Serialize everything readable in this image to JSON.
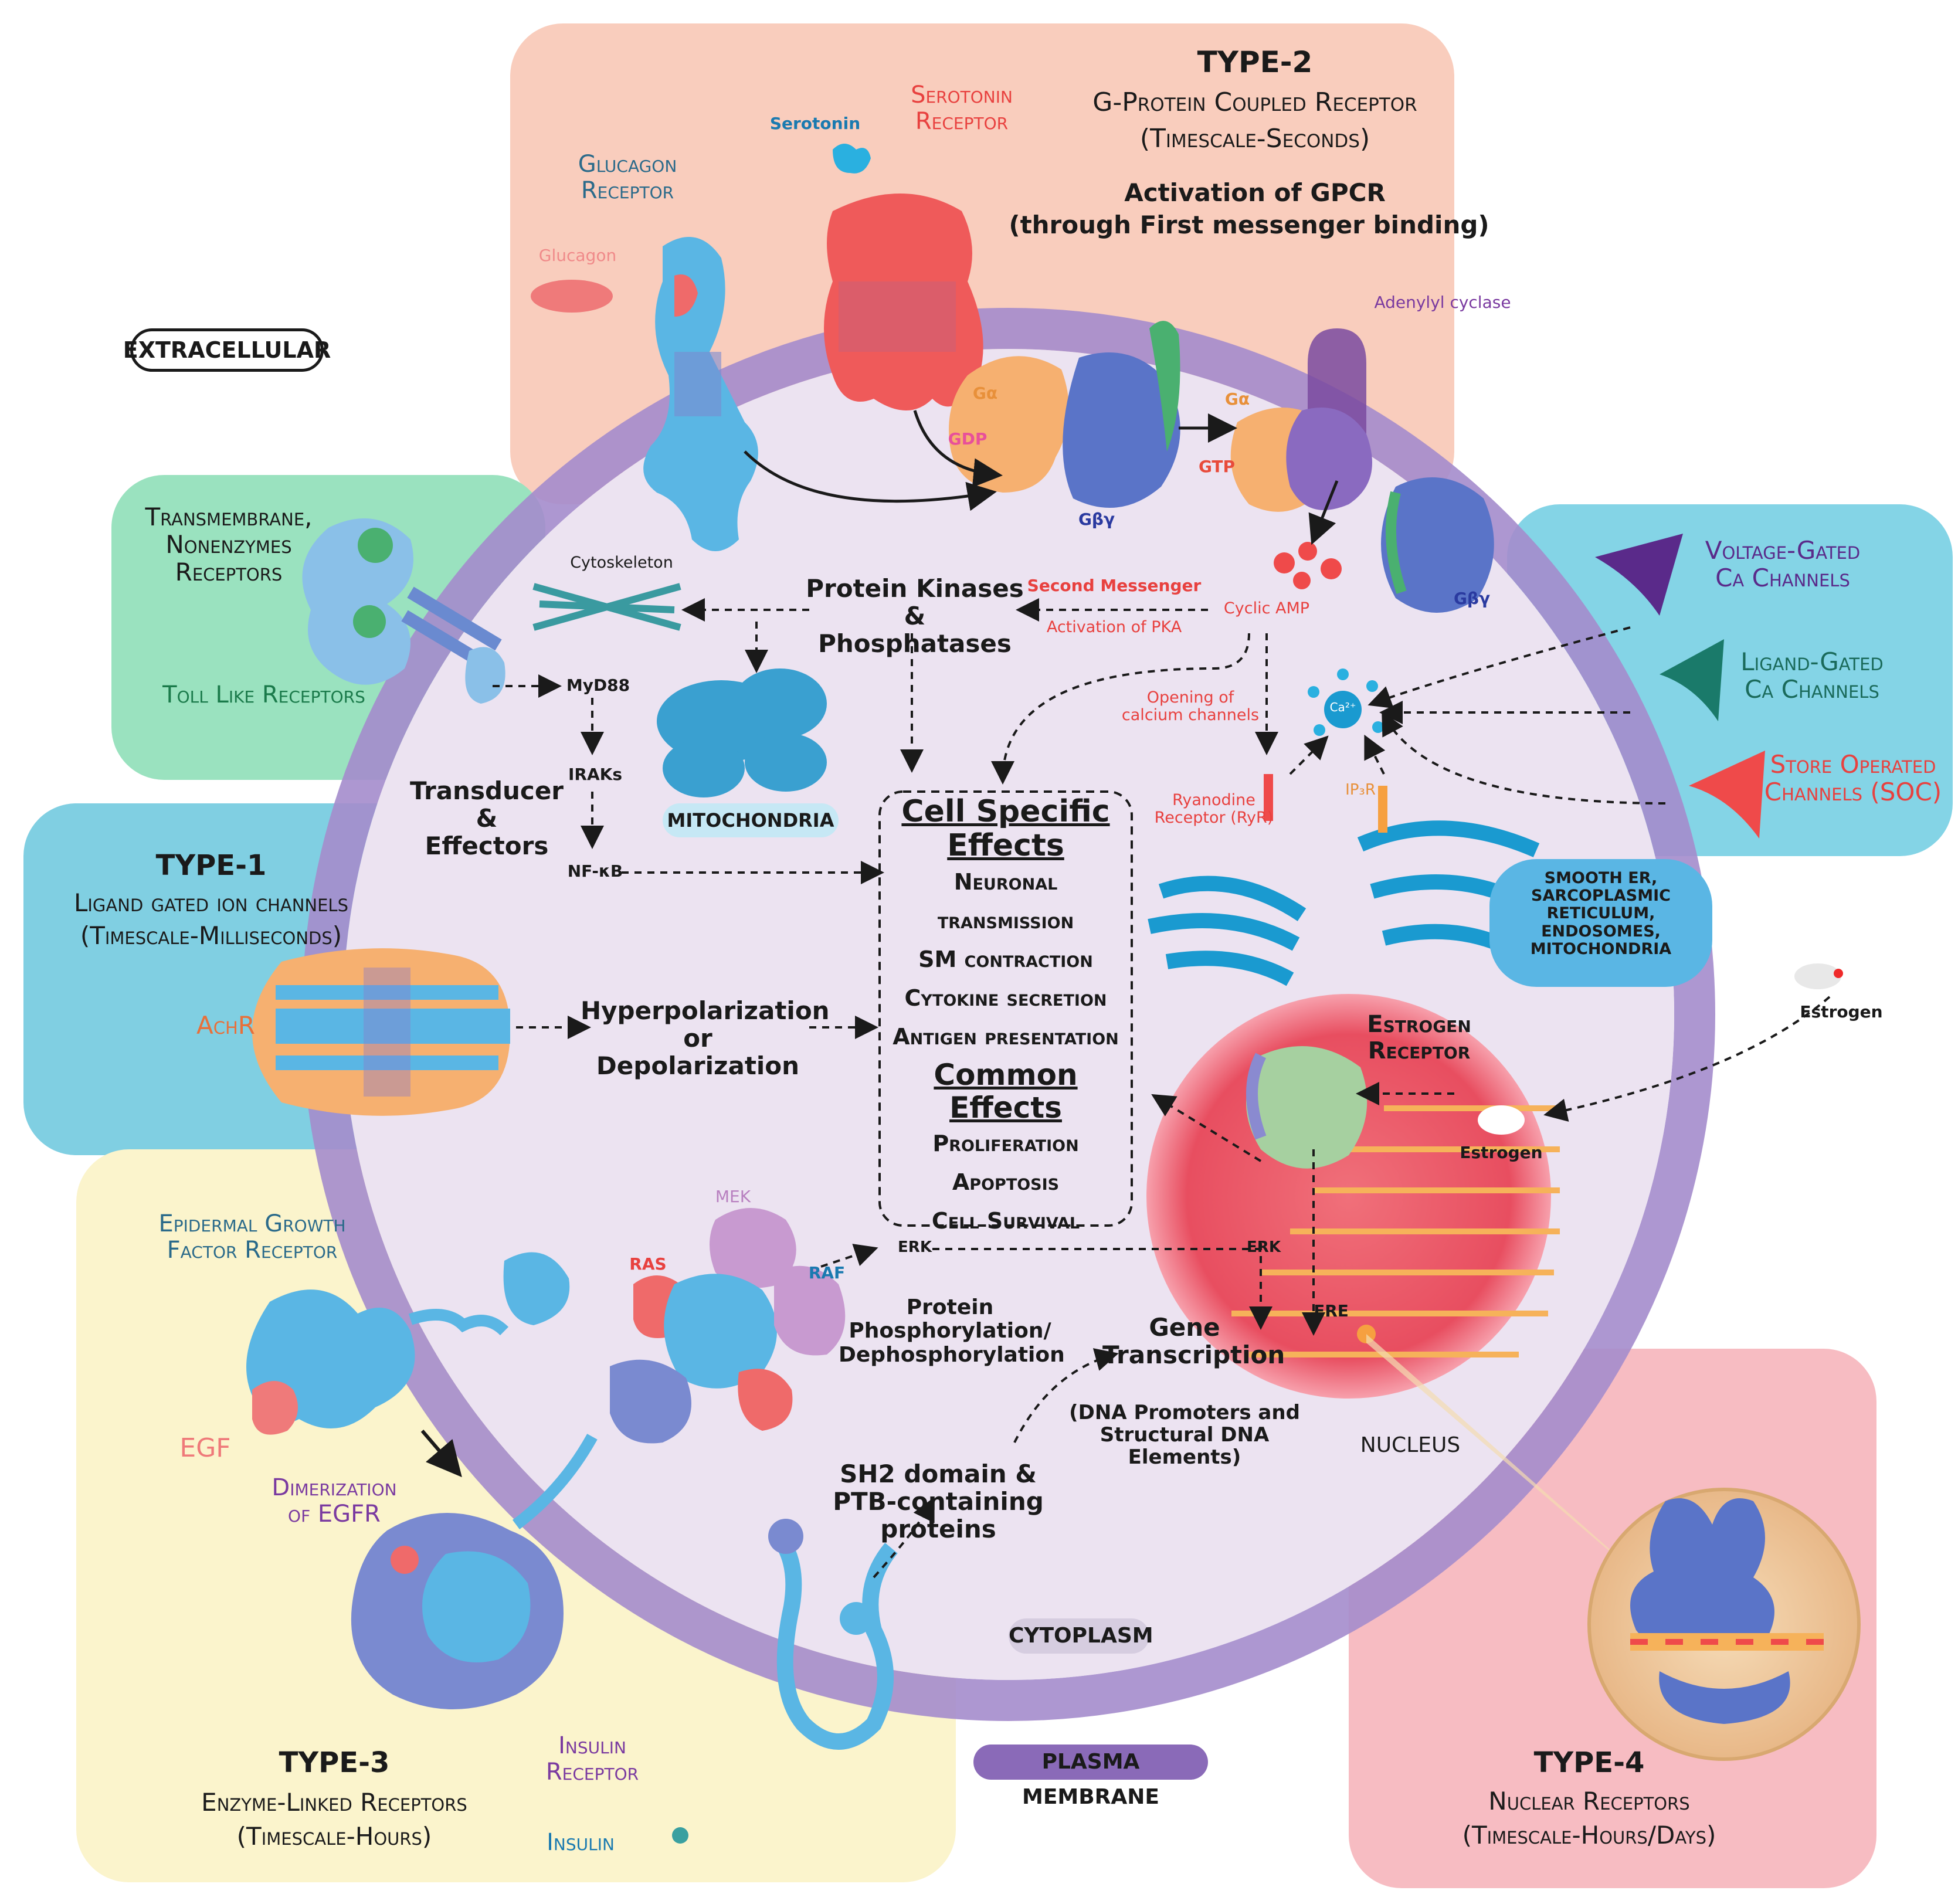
{
  "regions": {
    "extracellular": "EXTRACELLULAR",
    "cytoplasm": "CYTOPLASM",
    "plasma_membrane": "PLASMA MEMBRANE",
    "nucleus": "NUCLEUS",
    "mitochondria": "MITOCHONDRIA",
    "smooth_er": [
      "SMOOTH ER,",
      "SARCOPLASMIC RETICULUM,",
      "ENDOSOMES,",
      "MITOCHONDRIA"
    ]
  },
  "type2": {
    "title": "TYPE-2",
    "line1": "G-Protein Coupled Receptor",
    "line2": "(Timescale-Seconds)",
    "line3": "Activation of GPCR",
    "line4": "(through First messenger binding)",
    "serotonin": "Serotonin",
    "serotonin_receptor": [
      "Serotonin",
      "Receptor"
    ],
    "glucagon_receptor": [
      "Glucagon",
      "Receptor"
    ],
    "glucagon": "Glucagon",
    "adenylyl_cyclase": "Adenylyl cyclase",
    "g_alpha": "Gα",
    "gdp": "GDP",
    "gtp": "GTP",
    "g_beta_gamma": "Gβγ"
  },
  "type1": {
    "title": "TYPE-1",
    "line1": "Ligand gated ion channels",
    "line2": "(Timescale-Milliseconds)",
    "achr": "AchR"
  },
  "tlr": {
    "title": [
      "Transmembrane,",
      "Nonenzymes",
      "Receptors"
    ],
    "toll": "Toll Like Receptors"
  },
  "type3": {
    "title": "TYPE-3",
    "line1": "Enzyme-Linked Receptors",
    "line2": "(Timescale-Hours)",
    "egfr": [
      "Epidermal Growth",
      "Factor Receptor"
    ],
    "egf": "EGF",
    "dimerization": [
      "Dimerization",
      "of EGFR"
    ],
    "insulin_receptor": [
      "Insulin",
      "Receptor"
    ],
    "insulin": "Insulin",
    "mek": "MEK",
    "ras": "RAS",
    "raf": "RAF"
  },
  "type4": {
    "title": "TYPE-4",
    "line1": "Nuclear Receptors",
    "line2": "(Timescale-Hours/Days)",
    "estrogen": "Estrogen",
    "estrogen_receptor": [
      "Estrogen",
      "Receptor"
    ],
    "ere": "ERE"
  },
  "channels": {
    "voltage": [
      "Voltage-Gated",
      "Ca Channels"
    ],
    "ligand": [
      "Ligand-Gated",
      "Ca Channels"
    ],
    "store": [
      "Store Operated",
      "Channels (SOC)"
    ],
    "ca": "Ca²⁺",
    "ryr": [
      "Ryanodine",
      "Receptor (RyR)"
    ],
    "ip3r": "IP₃R"
  },
  "pathway": {
    "cytoskeleton": "Cytoskeleton",
    "kinases": [
      "Protein Kinases &",
      "Phosphatases"
    ],
    "second_messenger": "Second Messenger",
    "activation_pka": "Activation of PKA",
    "cyclic_amp": "Cyclic AMP",
    "opening_calcium": [
      "Opening of",
      "calcium channels"
    ],
    "myd88": "MyD88",
    "iraks": "IRAKs",
    "nfkb": "NF-κB",
    "transducer": [
      "Transducer",
      "&",
      "Effectors"
    ],
    "hyperpolarization": [
      "Hyperpolarization",
      "or Depolarization"
    ],
    "erk_left": "ERK",
    "erk_right": "ERK",
    "phosphorylation": [
      "Protein",
      "Phosphorylation/",
      "Dephosphorylation"
    ],
    "gene_transcription": [
      "Gene",
      "Transcription"
    ],
    "dna_promoters": [
      "(DNA Promoters and",
      "Structural DNA Elements)"
    ],
    "sh2": [
      "SH2 domain &",
      "PTB-containing proteins"
    ]
  },
  "effects": {
    "cell_specific": [
      "Cell Specific",
      "Effects"
    ],
    "specific_items": [
      "Neuronal",
      "transmission",
      "SM contraction",
      "Cytokine secretion",
      "Antigen presentation"
    ],
    "common": "Common Effects",
    "common_items": [
      "Proliferation",
      "Apoptosis",
      "Cell Survival"
    ]
  },
  "colors": {
    "membrane": "#9b7fc4",
    "cytoplasm": "#ece4f2",
    "type2_panel": "#f8c9b8",
    "type1_panel": "#7fcde0",
    "tlr_panel": "#8fe0b8",
    "type3_panel": "#fbf3c9",
    "type4_panel": "#f6b9bf",
    "channels_panel": "#80d2e4",
    "nucleus": "#ef5968",
    "protein_blue": "#5ab6e4",
    "protein_red": "#ef6a6a",
    "protein_orange": "#f6b070",
    "title_blue": "#2a6a8a",
    "purple": "#7a3aa0",
    "red_text": "#e8413f",
    "green_text": "#2a8a4a"
  }
}
